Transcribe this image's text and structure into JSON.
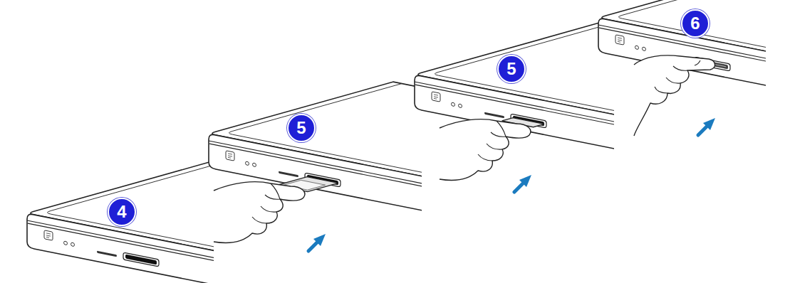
{
  "diagram": {
    "labels": [
      "4",
      "5",
      "5",
      "6"
    ]
  }
}
